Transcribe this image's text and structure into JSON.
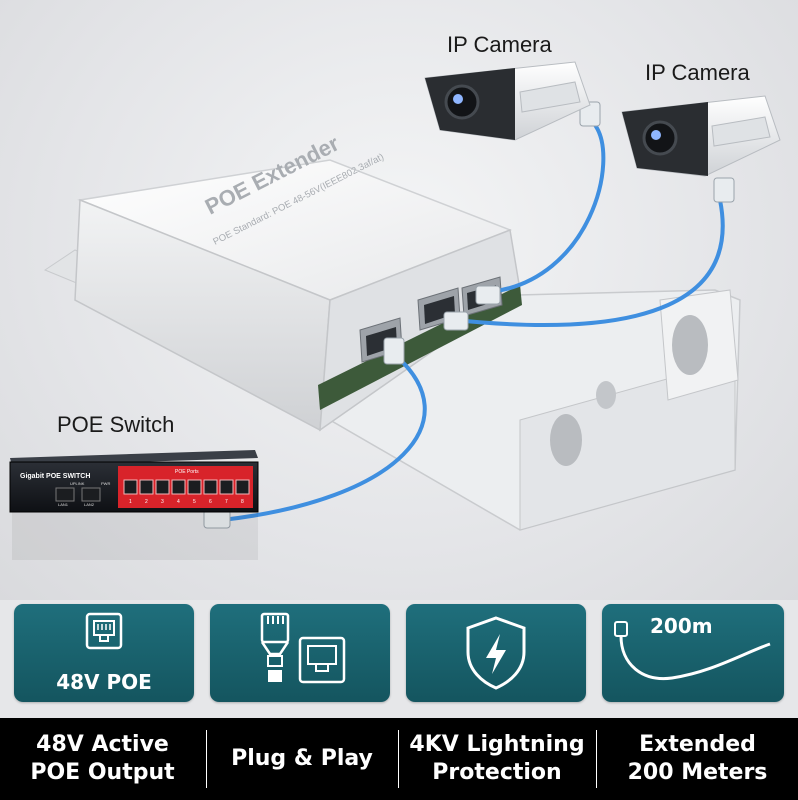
{
  "labels": {
    "camera_1": "IP Camera",
    "camera_2": "IP Camera",
    "switch": "POE Switch"
  },
  "device": {
    "title": "POE Extender",
    "subtitle": "POE Standard: POE 48-56V(IEEE802.3af/at)"
  },
  "switch_panel": {
    "brand": "Gigabit POE SWITCH",
    "uplink_label": "UPLINK",
    "pwr_label": "PWR",
    "lan1": "LAN1",
    "lan2": "LAN2",
    "poe_ports_label": "POE Ports",
    "port_numbers": [
      "1",
      "2",
      "3",
      "4",
      "5",
      "6",
      "7",
      "8"
    ]
  },
  "badges": {
    "poe_caption": "48V POE",
    "distance": "200m"
  },
  "features": [
    {
      "line1": "48V Active",
      "line2": "POE Output"
    },
    {
      "line1": "Plug & Play",
      "line2": ""
    },
    {
      "line1": "4KV Lightning",
      "line2": "Protection"
    },
    {
      "line1": "Extended",
      "line2": "200 Meters"
    }
  ],
  "colors": {
    "badge_teal": "#1a6470",
    "cable_blue": "#3f8fe0",
    "switch_red": "#d8232a",
    "feature_bar": "#000000"
  },
  "icons": {
    "badge_1": "ethernet-port-icon",
    "badge_2": "rj45-plug-icon",
    "badge_3": "lightning-shield-icon",
    "badge_4": "cable-icon"
  }
}
